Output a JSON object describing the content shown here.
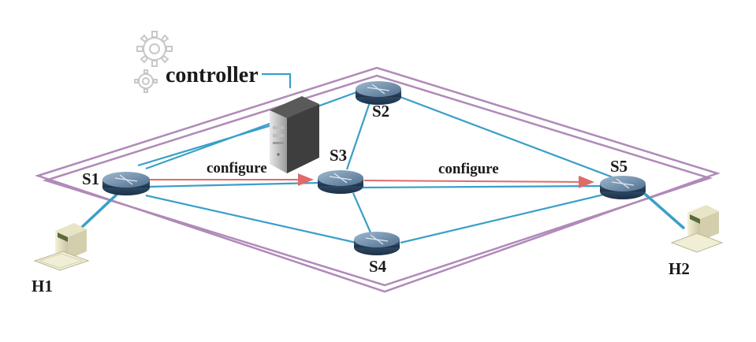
{
  "labels": {
    "controller": "controller",
    "s1": "S1",
    "s2": "S2",
    "s3": "S3",
    "s4": "S4",
    "s5": "S5",
    "h1": "H1",
    "h2": "H2",
    "configure_left": "configure",
    "configure_right": "configure"
  },
  "colors": {
    "link": "#3a9fc8",
    "plane": "#b08ab8",
    "arrow": "#e06a6a",
    "router_top": "#6e8fb0",
    "router_side": "#2c4a66"
  },
  "icons": {
    "controller": "server-tower-icon",
    "gears": "gear-icon",
    "switch": "router-icon",
    "host": "desktop-computer-icon"
  }
}
